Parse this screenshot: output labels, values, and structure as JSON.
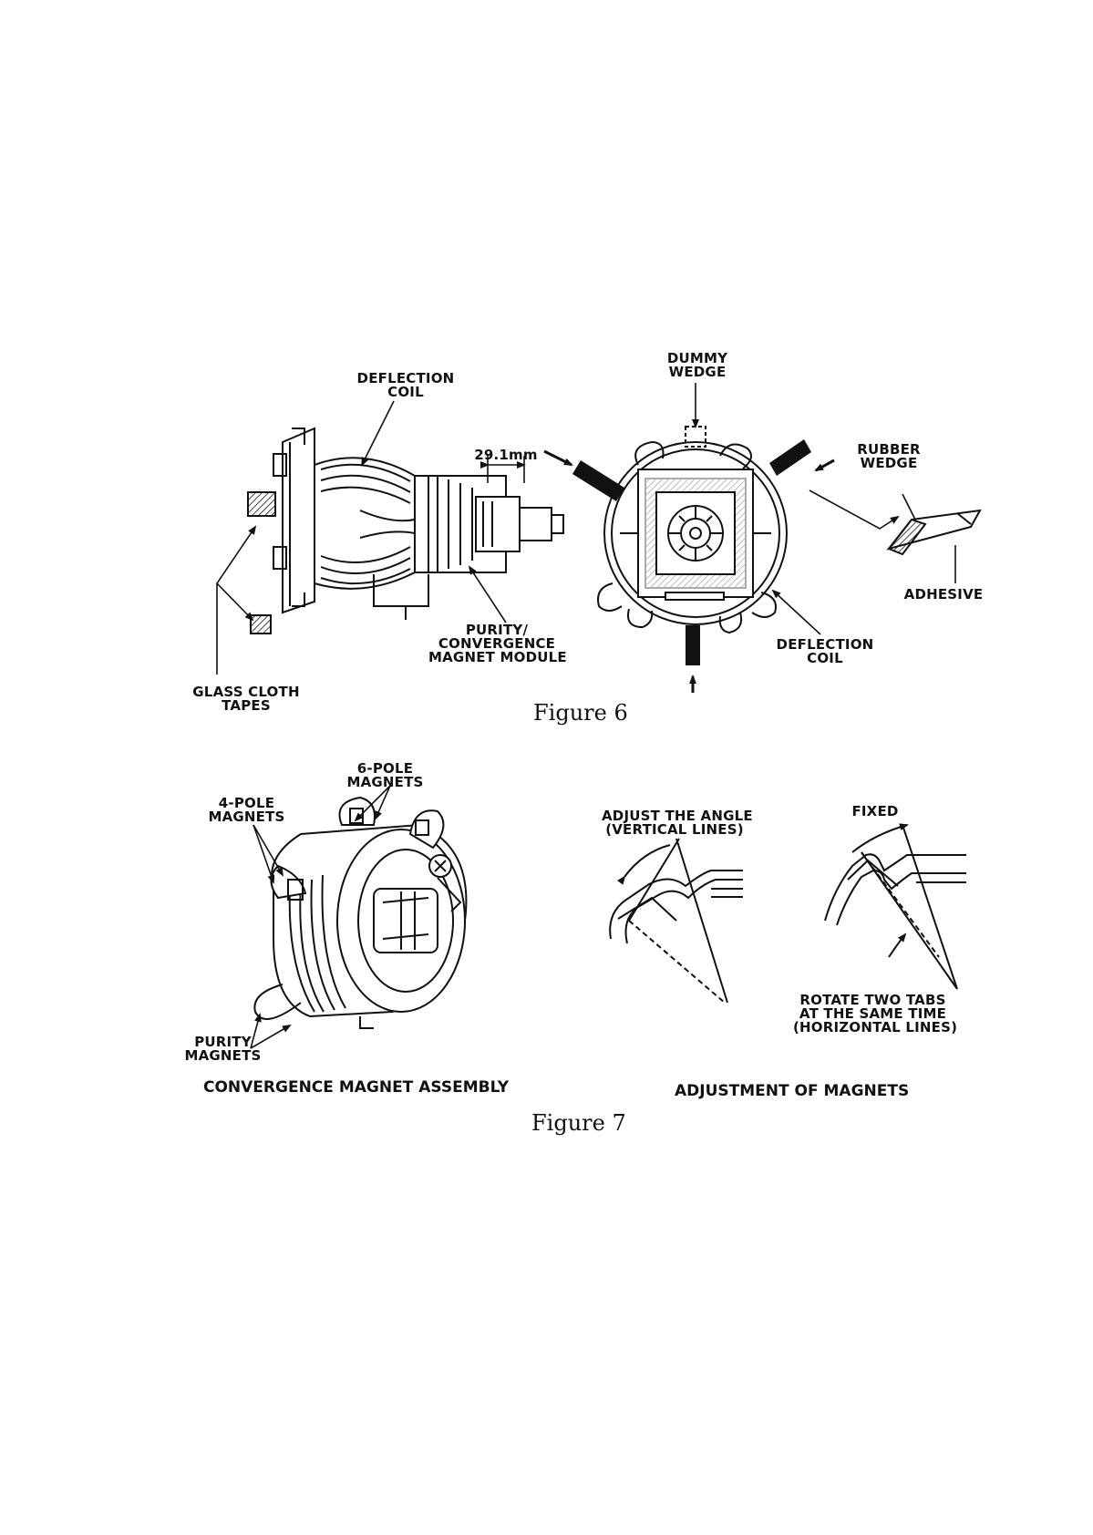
{
  "figure6": {
    "caption": "Figure 6",
    "labels": {
      "deflection_coil_left": [
        "DEFLECTION",
        "COIL"
      ],
      "dimension": "29.1mm",
      "purity_module": [
        "PURITY/",
        "CONVERGENCE",
        "MAGNET MODULE"
      ],
      "glass_cloth": [
        "GLASS CLOTH",
        "TAPES"
      ],
      "dummy_wedge": [
        "DUMMY",
        "WEDGE"
      ],
      "rubber_wedge": [
        "RUBBER",
        "WEDGE"
      ],
      "adhesive": "ADHESIVE",
      "deflection_coil_right": [
        "DEFLECTION",
        "COIL"
      ]
    }
  },
  "figure7": {
    "caption": "Figure 7",
    "left_title": "CONVERGENCE MAGNET ASSEMBLY",
    "right_title": "ADJUSTMENT OF MAGNETS",
    "labels": {
      "six_pole": [
        "6-POLE",
        "MAGNETS"
      ],
      "four_pole": [
        "4-POLE",
        "MAGNETS"
      ],
      "purity": [
        "PURITY",
        "MAGNETS"
      ],
      "adjust_angle": [
        "ADJUST THE ANGLE",
        "(VERTICAL LINES)"
      ],
      "fixed": "FIXED",
      "rotate": [
        "ROTATE TWO TABS",
        "AT THE SAME TIME",
        "(HORIZONTAL LINES)"
      ]
    }
  }
}
